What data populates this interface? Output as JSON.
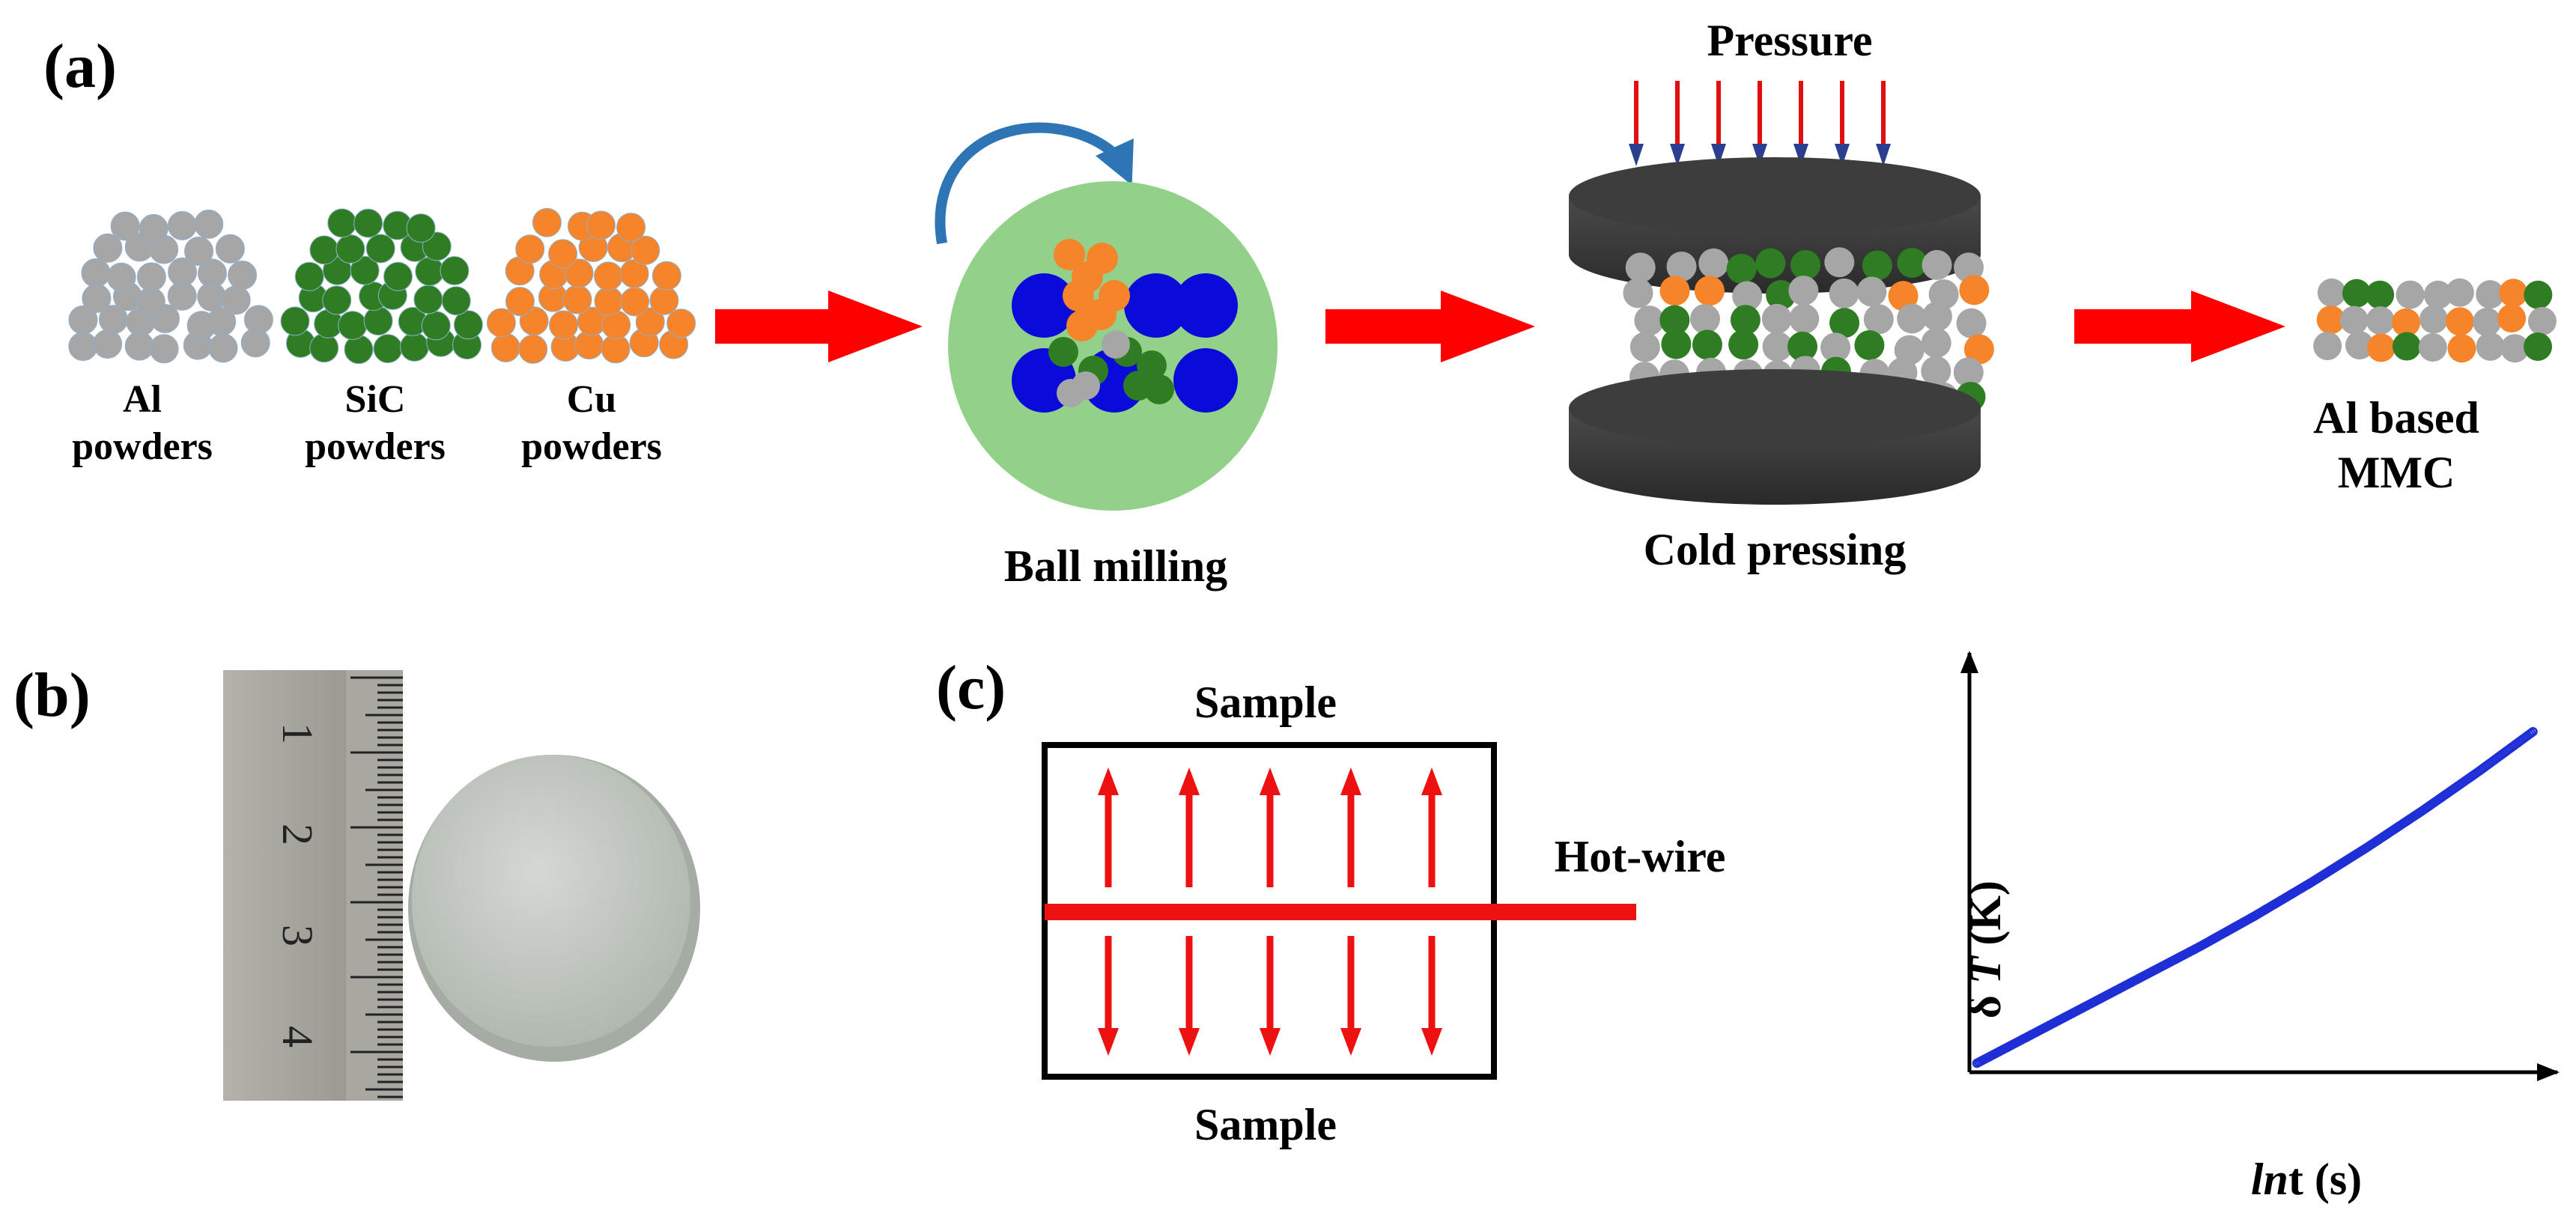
{
  "panels": {
    "a": {
      "label": "(a)",
      "al_powders": "Al\npowders",
      "sic_powders": "SiC\npowders",
      "cu_powders": "Cu\npowders",
      "ball_milling": "Ball milling",
      "pressure": "Pressure",
      "cold_pressing": "Cold pressing",
      "product": "Al based\nMMC"
    },
    "b": {
      "label": "(b)",
      "ruler_numbers": [
        "1",
        "2",
        "3",
        "4"
      ]
    },
    "c": {
      "label": "(c)",
      "sample_top": "Sample",
      "sample_bottom": "Sample",
      "hot_wire": "Hot-wire",
      "ylabel_prefix": "δ ",
      "ylabel_var": "T",
      "ylabel_unit": " (K)",
      "xlabel_var": "ln",
      "xlabel_rest": "t (s)"
    }
  },
  "colors": {
    "al": "#a6a6a6",
    "sic": "#2e7d23",
    "cu": "#f5842a",
    "milling_ball": "#0a0ad9",
    "jar": "#93d18a",
    "rotation_arrow": "#2e75b6",
    "process_arrow": "#ff0000",
    "press_plate": "#3a3a3a",
    "disc": "#bfc6bf",
    "ruler": "#9a9a92",
    "curve": "#1f2fd6"
  },
  "chart_data": {
    "type": "scatter",
    "x_label": "lnt (s)",
    "y_label": "δ T (K)",
    "ticks": "none",
    "series": [
      {
        "x": [
          0,
          0.1,
          0.2,
          0.3,
          0.4,
          0.5,
          0.6,
          0.7,
          0.8,
          0.9,
          1.0
        ],
        "y": [
          0,
          0.075,
          0.15,
          0.225,
          0.3,
          0.38,
          0.465,
          0.555,
          0.65,
          0.75,
          0.855
        ]
      }
    ]
  }
}
